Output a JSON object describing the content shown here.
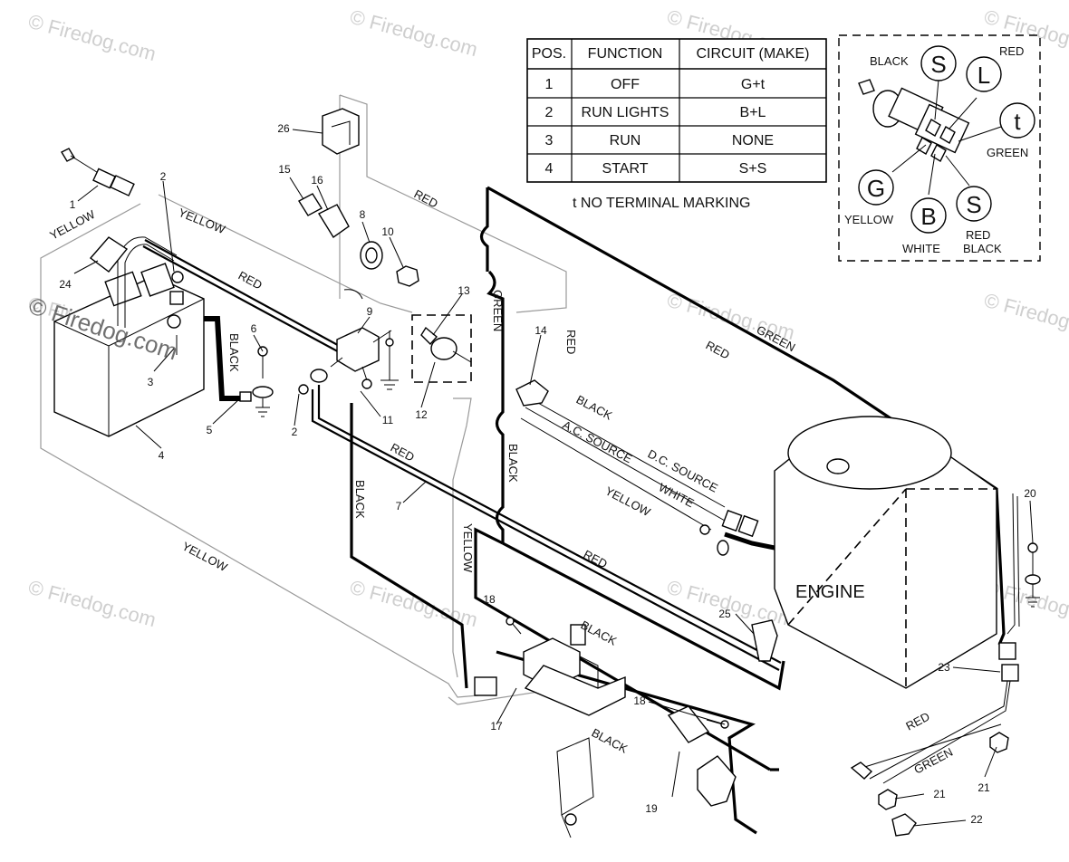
{
  "watermark": "© Firedog.com",
  "table": {
    "headers": [
      "POS.",
      "FUNCTION",
      "CIRCUIT (MAKE)"
    ],
    "rows": [
      [
        "1",
        "OFF",
        "G+t"
      ],
      [
        "2",
        "RUN LIGHTS",
        "B+L"
      ],
      [
        "3",
        "RUN",
        "NONE"
      ],
      [
        "4",
        "START",
        "S+S"
      ]
    ],
    "note": "t  NO TERMINAL MARKING"
  },
  "switch_inset": {
    "terminals": [
      "S",
      "L",
      "t",
      "G",
      "B",
      "S"
    ],
    "wire_labels": {
      "black": "BLACK",
      "red_top": "RED",
      "green": "GREEN",
      "yellow": "YELLOW",
      "white": "WHITE",
      "red": "RED",
      "black_bottom": "BLACK"
    }
  },
  "wire_labels": {
    "yellow_1": "YELLOW",
    "yellow_2": "YELLOW",
    "yellow_3": "YELLOW",
    "yellow_4": "YELLOW",
    "yellow_5": "YELLOW",
    "red_1": "RED",
    "red_2": "RED",
    "red_3": "RED",
    "red_4": "RED",
    "red_5": "RED",
    "red_6": "RED",
    "red_7": "RED",
    "green_1": "GREEN",
    "green_2": "GREEN",
    "green_3": "GREEN",
    "black_1": "BLACK",
    "black_2": "BLACK",
    "black_3": "BLACK",
    "black_4": "BLACK",
    "black_5": "BLACK",
    "black_6": "BLACK",
    "dc_source": "D.C. SOURCE",
    "ac_source": "A.C. SOURCE",
    "white": "WHITE",
    "engine": "ENGINE"
  },
  "callouts": [
    "1",
    "2",
    "2",
    "3",
    "4",
    "5",
    "6",
    "7",
    "8",
    "9",
    "10",
    "11",
    "12",
    "13",
    "14",
    "15",
    "16",
    "17",
    "18",
    "18",
    "19",
    "20",
    "21",
    "21",
    "22",
    "23",
    "24",
    "25",
    "26"
  ]
}
